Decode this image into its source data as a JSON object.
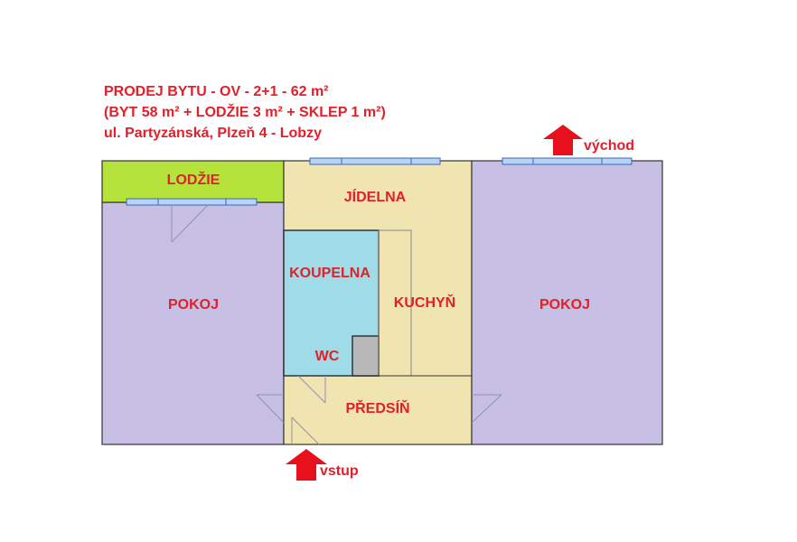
{
  "header": {
    "line1": "PRODEJ BYTU - OV - 2+1 - 62 m²",
    "line2": "(BYT 58 m² + LODŽIE 3 m² + SKLEP 1 m²)",
    "line3": "ul. Partyzánská, Plzeň 4 - Lobzy"
  },
  "rooms": {
    "lodzie": "LODŽIE",
    "pokoj_left": "POKOJ",
    "jidelna": "JÍDELNA",
    "koupelna": "KOUPELNA",
    "wc": "WC",
    "kuchyn": "KUCHYŇ",
    "predsin": "PŘEDSÍŇ",
    "pokoj_right": "POKOJ"
  },
  "markers": {
    "east": "východ",
    "entrance": "vstup"
  },
  "colors": {
    "text": "#e0202a",
    "room_purple": "#c8c0e4",
    "room_beige": "#f0e4b0",
    "bathroom": "#9fdce8",
    "balcony": "#b6e23c",
    "wc_box": "#b8b8b8",
    "window": "#b8d4f4",
    "arrow": "#e8101c"
  },
  "icons": [
    "arrow-up-icon"
  ]
}
